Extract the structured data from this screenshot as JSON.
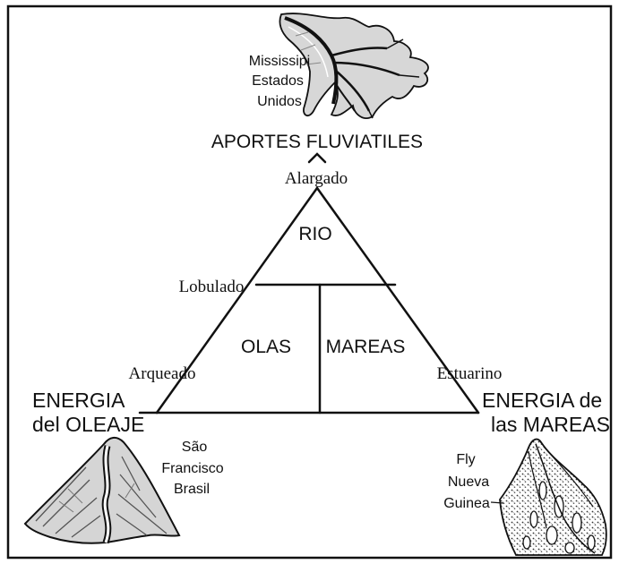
{
  "top": {
    "heading": "APORTES FLUVIATILES",
    "vertex_label": "Alargado",
    "example": {
      "line1": "Mississipi",
      "line2": "Estados",
      "line3": "Unidos"
    }
  },
  "left": {
    "heading_line1": "ENERGIA",
    "heading_line2": "del OLEAJE",
    "vertex_label": "Arqueado",
    "example": {
      "line1": "São",
      "line2": "Francisco",
      "line3": "Brasil"
    }
  },
  "right": {
    "heading_line1": "ENERGIA de",
    "heading_line2": "las MAREAS",
    "vertex_label": "Estuarino",
    "example": {
      "line1": "Fly",
      "line2": "Nueva",
      "line3": "Guinea"
    }
  },
  "side_label": "Lobulado",
  "regions": {
    "top": "RIO",
    "left": "OLAS",
    "right": "MAREAS"
  }
}
